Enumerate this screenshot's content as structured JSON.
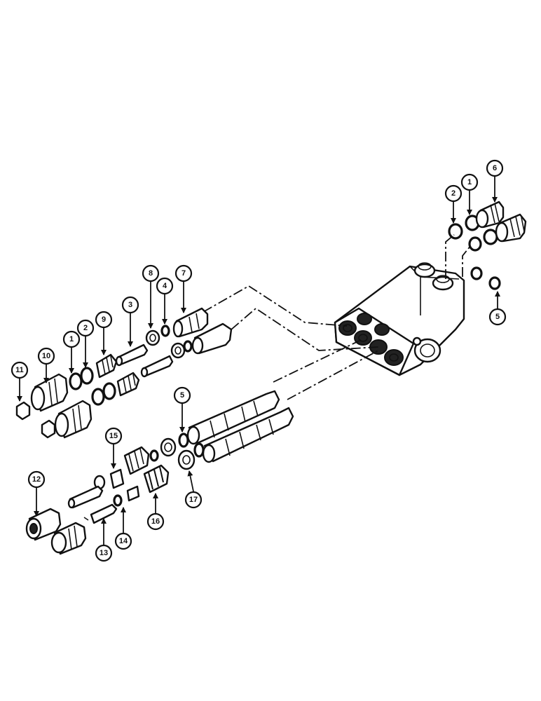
{
  "callouts": {
    "c1_left": "1",
    "c2_left": "2",
    "c9": "9",
    "c3": "3",
    "c8": "8",
    "c4": "4",
    "c7": "7",
    "c10": "10",
    "c11": "11",
    "c2_right": "2",
    "c1_right": "1",
    "c6": "6",
    "c5_right": "5",
    "c5_mid": "5",
    "c15": "15",
    "c12": "12",
    "c13": "13",
    "c14": "14",
    "c16": "16",
    "c17": "17"
  }
}
